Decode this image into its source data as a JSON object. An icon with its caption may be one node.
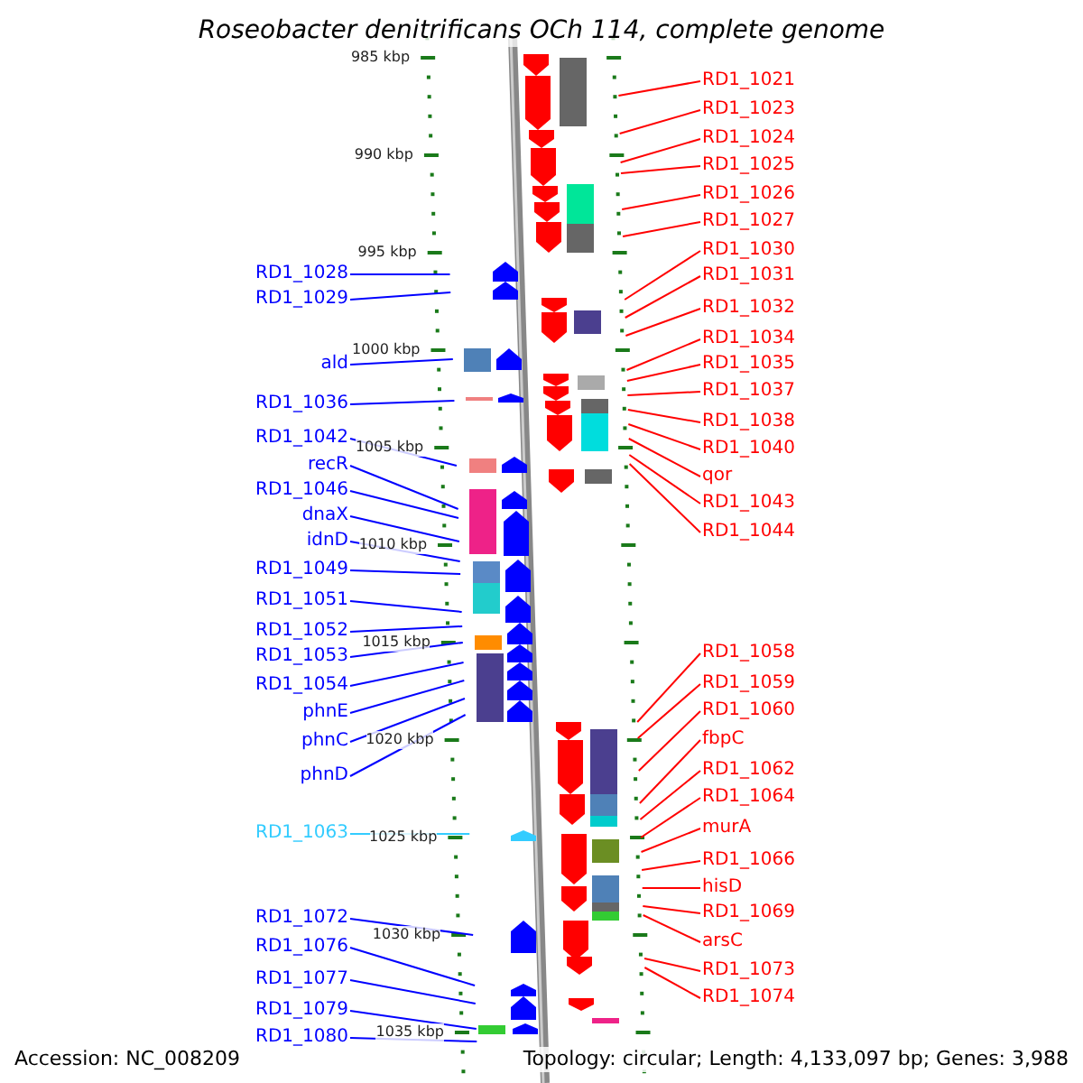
{
  "diagram": {
    "title": "Roseobacter denitrificans OCh 114, complete genome",
    "nodes": [
      {
        "text": [
          "RD1_1028"
        ]
      },
      {
        "text": [
          "RD1_1029"
        ]
      },
      {
        "text": [
          "ald"
        ]
      },
      {
        "text": [
          "RD1_1036"
        ]
      },
      {
        "text": [
          "RD1_1042"
        ]
      },
      {
        "text": [
          "recR"
        ]
      },
      {
        "text": [
          "RD1_1046"
        ]
      },
      {
        "text": [
          "dnaX"
        ]
      },
      {
        "text": [
          "idnD"
        ]
      },
      {
        "text": [
          "RD1_1049"
        ]
      },
      {
        "text": [
          "RD1_1051"
        ]
      },
      {
        "text": [
          "RD1_1052"
        ]
      },
      {
        "text": [
          "RD1_1053"
        ]
      },
      {
        "text": [
          "RD1_1054"
        ]
      },
      {
        "text": [
          "phnE"
        ]
      },
      {
        "text": [
          "phnC"
        ]
      },
      {
        "text": [
          "phnD"
        ]
      },
      {
        "text": [
          "RD1_1063"
        ]
      },
      {
        "text": [
          "RD1_1072"
        ]
      },
      {
        "text": [
          "RD1_1076"
        ]
      },
      {
        "text": [
          "RD1_1077"
        ]
      },
      {
        "text": [
          "RD1_1079"
        ]
      },
      {
        "text": [
          "RD1_1080"
        ]
      },
      {
        "text": [
          "RD1_1021"
        ]
      },
      {
        "text": [
          "RD1_1023"
        ]
      },
      {
        "text": [
          "RD1_1024"
        ]
      },
      {
        "text": [
          "RD1_1025"
        ]
      },
      {
        "text": [
          "RD1_1026"
        ]
      },
      {
        "text": [
          "RD1_1027"
        ]
      },
      {
        "text": [
          "RD1_1030"
        ]
      },
      {
        "text": [
          "RD1_1031"
        ]
      },
      {
        "text": [
          "RD1_1032"
        ]
      },
      {
        "text": [
          "RD1_1034"
        ]
      },
      {
        "text": [
          "RD1_1035"
        ]
      },
      {
        "text": [
          "RD1_1037"
        ]
      },
      {
        "text": [
          "RD1_1038"
        ]
      },
      {
        "text": [
          "RD1_1040"
        ]
      },
      {
        "text": [
          "qor"
        ]
      },
      {
        "text": [
          "RD1_1043"
        ]
      },
      {
        "text": [
          "RD1_1044"
        ]
      },
      {
        "text": [
          "RD1_1058"
        ]
      },
      {
        "text": [
          "RD1_1059"
        ]
      },
      {
        "text": [
          "RD1_1060"
        ]
      },
      {
        "text": [
          "fbpC"
        ]
      },
      {
        "text": [
          "RD1_1062"
        ]
      },
      {
        "text": [
          "RD1_1064"
        ]
      },
      {
        "text": [
          "murA"
        ]
      },
      {
        "text": [
          "RD1_1066"
        ]
      },
      {
        "text": [
          "hisD"
        ]
      },
      {
        "text": [
          "RD1_1069"
        ]
      },
      {
        "text": [
          "arsC"
        ]
      },
      {
        "text": [
          "RD1_1073"
        ]
      },
      {
        "text": [
          "RD1_1074"
        ]
      }
    ],
    "edges": [
      {
        "from": 0,
        "to": null,
        "arrow": "none",
        "color": "#0000ff"
      },
      {
        "from": 1,
        "to": null,
        "arrow": "none",
        "color": "#0000ff"
      },
      {
        "from": 2,
        "to": null,
        "arrow": "none",
        "color": "#0000ff"
      },
      {
        "from": 3,
        "to": null,
        "arrow": "none",
        "color": "#0000ff"
      },
      {
        "from": 4,
        "to": null,
        "arrow": "none",
        "color": "#0000ff"
      },
      {
        "from": 5,
        "to": null,
        "arrow": "none",
        "color": "#0000ff"
      },
      {
        "from": 6,
        "to": null,
        "arrow": "none",
        "color": "#0000ff"
      },
      {
        "from": 7,
        "to": null,
        "arrow": "none",
        "color": "#0000ff"
      },
      {
        "from": 8,
        "to": null,
        "arrow": "none",
        "color": "#0000ff"
      },
      {
        "from": 9,
        "to": null,
        "arrow": "none",
        "color": "#0000ff"
      },
      {
        "from": 10,
        "to": null,
        "arrow": "none",
        "color": "#0000ff"
      },
      {
        "from": 11,
        "to": null,
        "arrow": "none",
        "color": "#0000ff"
      },
      {
        "from": 12,
        "to": null,
        "arrow": "none",
        "color": "#0000ff"
      },
      {
        "from": 13,
        "to": null,
        "arrow": "none",
        "color": "#0000ff"
      },
      {
        "from": 14,
        "to": null,
        "arrow": "none",
        "color": "#0000ff"
      },
      {
        "from": 15,
        "to": null,
        "arrow": "none",
        "color": "#0000ff"
      },
      {
        "from": 16,
        "to": null,
        "arrow": "none",
        "color": "#0000ff"
      },
      {
        "from": 17,
        "to": null,
        "arrow": "none",
        "color": "#33ccff"
      },
      {
        "from": 18,
        "to": null,
        "arrow": "none",
        "color": "#0000ff"
      },
      {
        "from": 19,
        "to": null,
        "arrow": "none",
        "color": "#0000ff"
      },
      {
        "from": 20,
        "to": null,
        "arrow": "none",
        "color": "#0000ff"
      },
      {
        "from": 21,
        "to": null,
        "arrow": "none",
        "color": "#0000ff"
      },
      {
        "from": 22,
        "to": null,
        "arrow": "none",
        "color": "#0000ff"
      },
      {
        "from": 23,
        "to": null,
        "arrow": "none"
      },
      {
        "from": 24,
        "to": null,
        "arrow": "none"
      },
      {
        "from": 25,
        "to": null,
        "arrow": "none"
      },
      {
        "from": 26,
        "to": null,
        "arrow": "none"
      },
      {
        "from": 27,
        "to": null,
        "arrow": "none"
      },
      {
        "from": 28,
        "to": null,
        "arrow": "none"
      },
      {
        "from": 29,
        "to": null,
        "arrow": "none"
      },
      {
        "from": 30,
        "to": null,
        "arrow": "none"
      },
      {
        "from": 31,
        "to": null,
        "arrow": "none"
      },
      {
        "from": 32,
        "to": null,
        "arrow": "none"
      },
      {
        "from": 33,
        "to": null,
        "arrow": "none"
      },
      {
        "from": 34,
        "to": null,
        "arrow": "none"
      },
      {
        "from": 35,
        "to": null,
        "arrow": "none"
      },
      {
        "from": 36,
        "to": null,
        "arrow": "none"
      },
      {
        "from": 37,
        "to": null,
        "arrow": "none"
      },
      {
        "from": 38,
        "to": null,
        "arrow": "none"
      },
      {
        "from": 39,
        "to": null,
        "arrow": "none"
      },
      {
        "from": 40,
        "to": null,
        "arrow": "none"
      },
      {
        "from": 41,
        "to": null,
        "arrow": "none"
      },
      {
        "from": 42,
        "to": null,
        "arrow": "none"
      },
      {
        "from": 43,
        "to": null,
        "arrow": "none"
      },
      {
        "from": 44,
        "to": null,
        "arrow": "none"
      },
      {
        "from": 45,
        "to": null,
        "arrow": "none"
      },
      {
        "from": 46,
        "to": null,
        "arrow": "none"
      },
      {
        "from": 47,
        "to": null,
        "arrow": "none"
      },
      {
        "from": 48,
        "to": null,
        "arrow": "none"
      },
      {
        "from": 49,
        "to": null,
        "arrow": "none"
      },
      {
        "from": 50,
        "to": null,
        "arrow": "none"
      },
      {
        "from": 51,
        "to": null,
        "arrow": "none"
      },
      {
        "from": 52,
        "to": null,
        "arrow": "none"
      }
    ],
    "labels": [
      "985 kbp",
      "990 kbp",
      "995 kbp",
      "1000 kbp",
      "1005 kbp",
      "1010 kbp",
      "1015 kbp",
      "1020 kbp",
      "1025 kbp",
      "1030 kbp",
      "1035 kbp",
      "Accession: NC_008209",
      "Topology: circular; Length: 4,133,097 bp; Genes: 3,988"
    ]
  }
}
